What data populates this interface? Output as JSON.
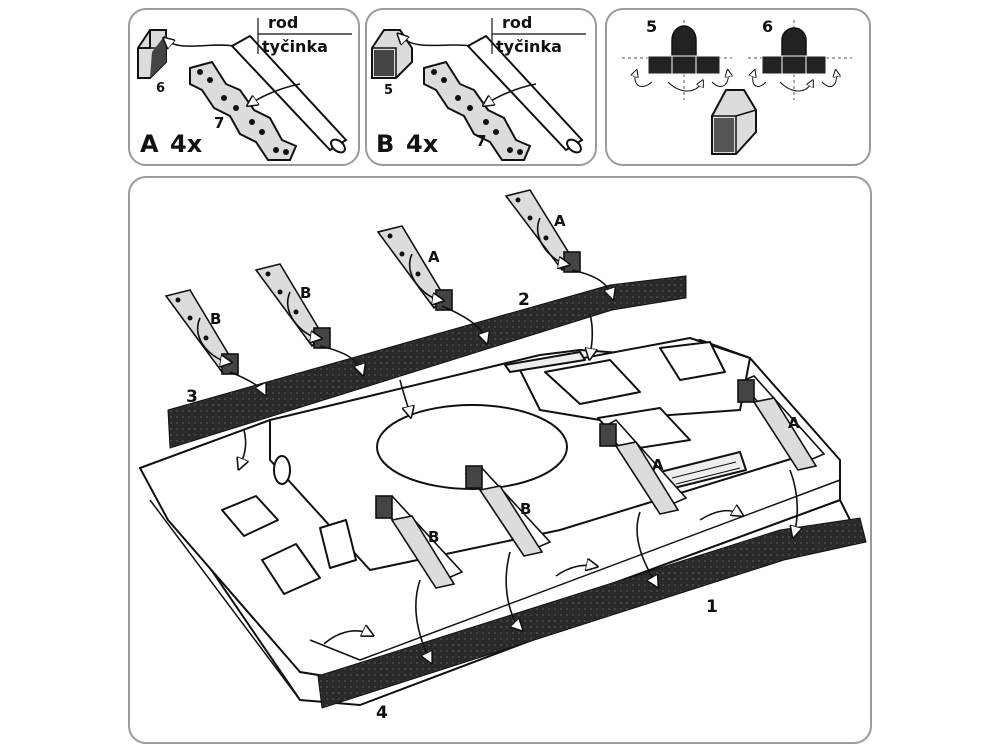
{
  "panels": {
    "a": {
      "rod_en": "rod",
      "rod_cz": "tyčinka",
      "variant": "A",
      "qty": "4x",
      "part_block": "6",
      "part_strip": "7"
    },
    "b": {
      "rod_en": "rod",
      "rod_cz": "tyčinka",
      "variant": "B",
      "qty": "4x",
      "part_block": "5",
      "part_strip": "7"
    },
    "c": {
      "fold_left": "5",
      "fold_right": "6"
    }
  },
  "main": {
    "labels": {
      "track_1": "1",
      "track_2": "2",
      "track_3": "3",
      "track_4": "4",
      "a1": "A",
      "a2": "A",
      "a3": "A",
      "a4": "A",
      "b1": "B",
      "b2": "B",
      "b3": "B",
      "b4": "B"
    }
  },
  "colors": {
    "ink": "#111111",
    "panel_border": "#9a9a9a",
    "track": "#2a2a2a",
    "part_fill": "#dcdcdc"
  }
}
